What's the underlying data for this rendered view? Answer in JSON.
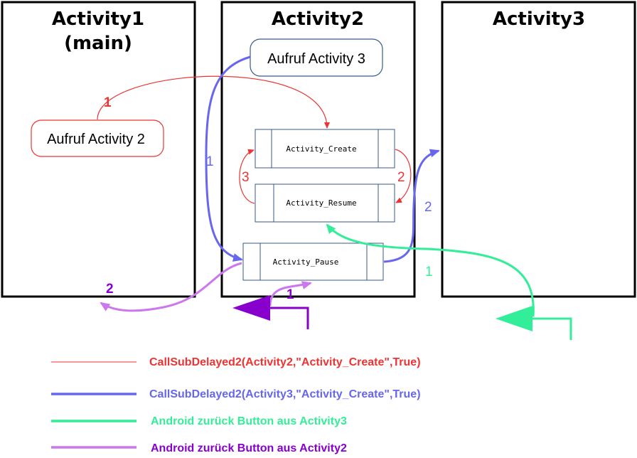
{
  "panels": {
    "activity1": {
      "title_line1": "Activity1",
      "title_line2": "(main)"
    },
    "activity2": {
      "title": "Activity2"
    },
    "activity3": {
      "title": "Activity3"
    }
  },
  "boxes": {
    "call_activity3": "Aufruf Activity 3",
    "call_activity2": "Aufruf Activity 2"
  },
  "routines": {
    "create": "Activity_Create",
    "resume": "Activity_Resume",
    "pause": "Activity_Pause"
  },
  "step_labels": {
    "red_1": "1",
    "red_2": "2",
    "red_3": "3",
    "blue_1": "1",
    "blue_2": "2",
    "green_1": "1",
    "purple_1": "1",
    "purple_2": "2"
  },
  "legend": [
    {
      "label": "CallSubDelayed2(Activity2,\"Activity_Create\",True)",
      "color": "#ee3333"
    },
    {
      "label": "CallSubDelayed2(Activity3,\"Activity_Create\",True)",
      "color": "#6666ee"
    },
    {
      "label": "Android zurück Button aus Activity3",
      "color": "#33ee99"
    },
    {
      "label": "Android zurück Button aus Activity2",
      "color": "#8800cc"
    }
  ],
  "colors": {
    "red": "#ee3333",
    "blue": "#6666ee",
    "green": "#33ee99",
    "purple_light": "#cc77ee",
    "purple_dark": "#8800cc",
    "box_border_blue": "#3a5a8a"
  }
}
